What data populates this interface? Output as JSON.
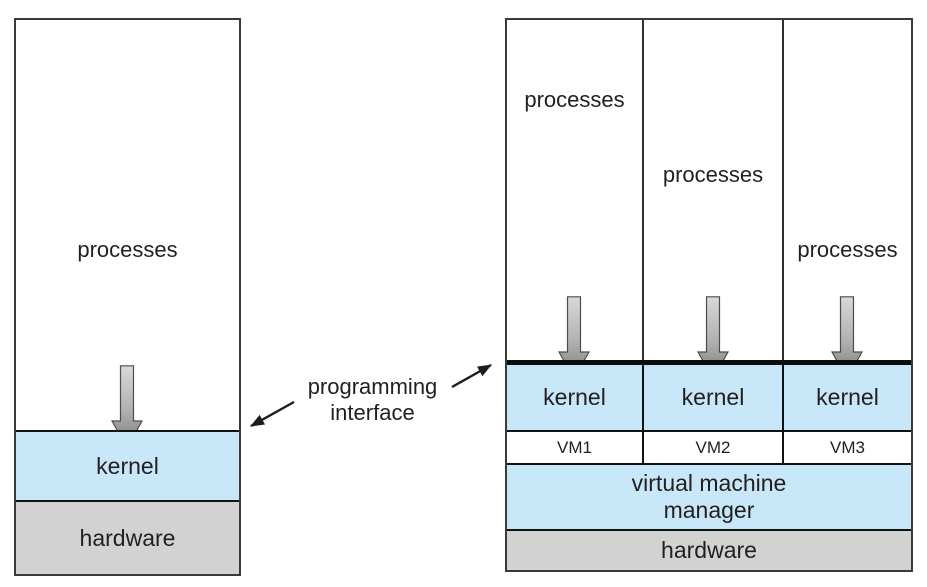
{
  "colors": {
    "light_blue": "#c8e7f8",
    "gray": "#d2d2d2",
    "box_border": "#3a3a3a",
    "thick_line": "#0d0d0d",
    "text": "#231f20",
    "arrow_gradient_top": "#d6d6d6",
    "arrow_gradient_bottom": "#7a7a7a"
  },
  "left_diagram": {
    "processes_label": "processes",
    "kernel_label": "kernel",
    "hardware_label": "hardware"
  },
  "center_label": {
    "text": "programming\ninterface"
  },
  "right_diagram": {
    "columns": [
      {
        "processes_label": "processes",
        "kernel_label": "kernel",
        "vm_label": "VM1"
      },
      {
        "processes_label": "processes",
        "kernel_label": "kernel",
        "vm_label": "VM2"
      },
      {
        "processes_label": "processes",
        "kernel_label": "kernel",
        "vm_label": "VM3"
      }
    ],
    "vmm_label": "virtual machine\nmanager",
    "hardware_label": "hardware"
  },
  "icons": {
    "down_arrow": "↓",
    "annotation_arrow": "→"
  }
}
